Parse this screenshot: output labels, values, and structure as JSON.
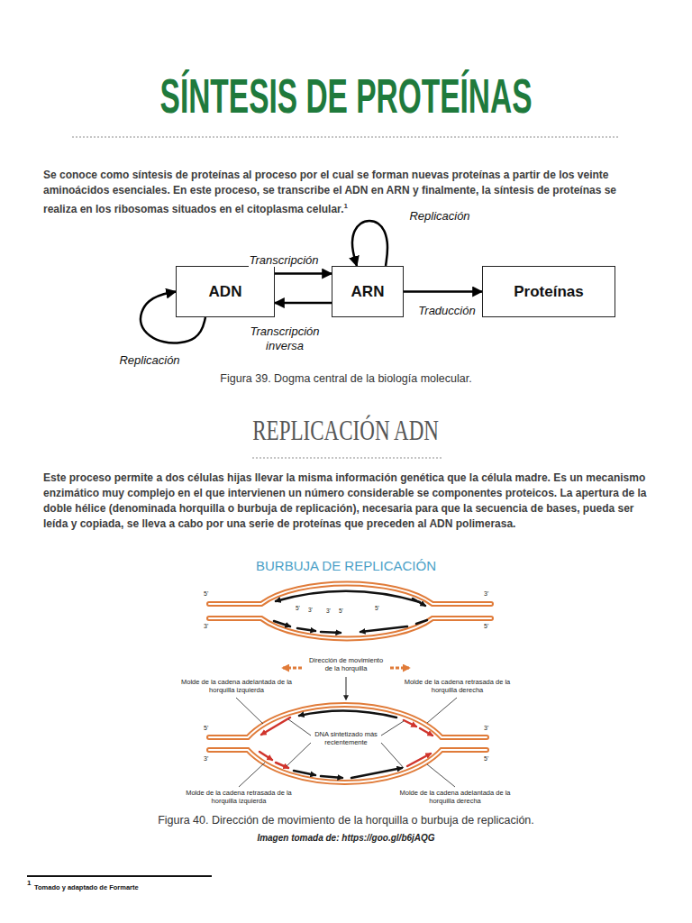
{
  "diagram": {
    "title": "SÍNTESIS DE PROTEÍNAS",
    "caption": "Figura 39. Dogma central de la biología molecular.",
    "nodes": [
      {
        "text": [
          "ADN"
        ]
      },
      {
        "text": [
          "ARN"
        ]
      },
      {
        "text": [
          "Proteínas"
        ]
      }
    ],
    "edges": [
      {
        "from": 0,
        "to": 1,
        "label": "Transcripción",
        "arrow": "to"
      },
      {
        "from": 1,
        "to": 0,
        "label": "Transcripción inversa",
        "arrow": "to"
      },
      {
        "from": 1,
        "to": 2,
        "label": "Traducción",
        "arrow": "to"
      },
      {
        "from": 1,
        "to": 1,
        "label": "Replicación",
        "arrow": "to"
      },
      {
        "from": 0,
        "to": 0,
        "label": "Replicación",
        "arrow": "to"
      }
    ],
    "labels": [
      "Se conoce como síntesis de proteínas al proceso por el cual se forman nuevas proteínas a partir de los veinte aminoácidos esenciales. En este proceso, se transcribe el ADN en ARN y finalmente, la síntesis de proteínas se realiza en los ribosomas situados en el citoplasma celular.",
      "1",
      "REPLICACIÓN ADN",
      "Este proceso permite a dos células hijas llevar la misma información genética que la célula madre. Es un mecanismo enzimático muy complejo en el que intervienen un número considerable se componentes proteicos. La apertura de la doble hélice (denominada horquilla o burbuja de replicación), necesaria para que la secuencia de bases, pueda ser leída y copiada, se lleva a cabo por una serie de proteínas que preceden al ADN polimerasa.",
      "BURBUJA DE REPLICACIÓN",
      "5'",
      "3'",
      "3'",
      "5'",
      "5'",
      "3'",
      "3'",
      "5'",
      "5'",
      "Dirección de movimiento de la horquilla",
      "Molde de la cadena adelantada de la horquilla izquierda",
      "Molde de la cadena retrasada de la horquilla derecha",
      "5'",
      "3'",
      "3'",
      "5'",
      "DNA sintetizado más recientemente",
      "Molde de la cadena retrasada de la horquilla izquierda",
      "Molde de la cadena adelantada de la horquilla derecha",
      "Figura 40. Dirección de movimiento de la horquilla o burbuja de replicación.",
      "Imagen tomada de: https://goo.gl/b6jAQG",
      "1",
      "Tomado y adaptado de Formarte"
    ]
  }
}
